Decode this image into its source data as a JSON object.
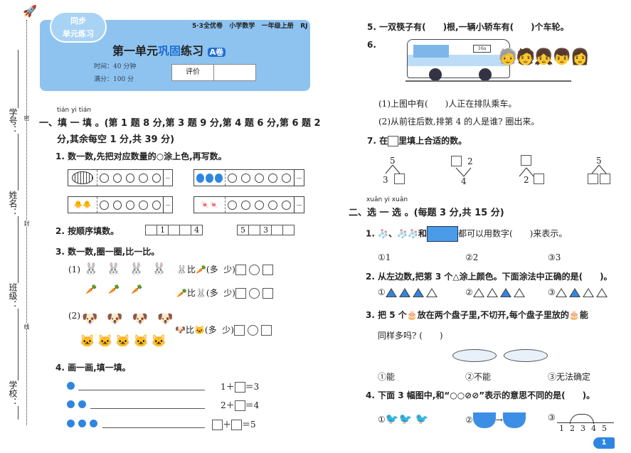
{
  "header": {
    "series": "5·3全优卷",
    "subject": "小学数学",
    "grade": "一年级上册",
    "edition": "RJ",
    "badge_line1": "同步",
    "badge_line2": "单元练习",
    "title_a": "第一单元",
    "title_b": "巩固",
    "title_c": "练习",
    "volume": "A卷",
    "time": "时间：40 分钟",
    "full_score": "满分：100 分",
    "eval_label": "评价"
  },
  "margin": {
    "student_no": "学号：",
    "name": "姓名：",
    "class": "班级：",
    "school": "学校：",
    "seal1": "密",
    "seal2": "封",
    "seal3": "线"
  },
  "s1": {
    "pinyin": "tián yi tián",
    "heading": "一、填 一 填 。",
    "points1": "(第 1 题 8 分,第 3 题 9 分,第 4 题 6 分,第 6 题 2",
    "points2": "分,其余每空 1 分,共 39 分)",
    "q1": "1. 数一数,先把对应数量的○涂上色,再写数。",
    "q2": "2. 按顺序填数。",
    "seq1": [
      "",
      "1",
      "",
      "",
      "4"
    ],
    "seq2": [
      "5",
      "",
      "3",
      "",
      ""
    ],
    "q3": "3. 数一数,圈一圈,比一比。",
    "p1": "(1)",
    "p2": "(2)",
    "bi": "比",
    "duo": "(多",
    "shao": "少)",
    "q4": "4. 画一画,填一填。",
    "eq1a": "1＋",
    "eq1b": "＝3",
    "eq2a": "2＋",
    "eq2b": "＝4",
    "plus": "＋",
    "eq3b": "＝5",
    "q5": "5. 一双筷子有(　　)根,一辆小轿车有(　　)个车轮。",
    "q6": "6.",
    "bus_sign": "16a",
    "q6_1": "(1)上图中有(　　)人正在排队乘车。",
    "q6_2": "(2)从前往后数,排第 4 的人是谁? 圈出来。",
    "q7a": "7. 在",
    "q7b": "里填上合适的数。",
    "trees": [
      {
        "top": "5",
        "left": "3",
        "right": ""
      },
      {
        "top": "",
        "left": "",
        "right": "2",
        "bottom": "4"
      },
      {
        "top": "",
        "left": "2",
        "right": ""
      },
      {
        "top": "5",
        "left": "",
        "right": ""
      }
    ]
  },
  "s2": {
    "pinyin": "xuǎn yi xuǎn",
    "heading": "二、选 一 选 。(每题 3 分,共 15 分)",
    "q1a": "1.",
    "q1b": "、",
    "q1c": "和",
    "q1d": "都可以用数字(　　)来表示。",
    "q1_opts": [
      "①1",
      "②2",
      "③3"
    ],
    "q2": "2. 从左边数,把第 3 个△涂上颜色。下面涂法中正确的是(　　)。",
    "q2_opts": [
      "①",
      "②",
      "③"
    ],
    "q3a": "3. 把 5 个",
    "q3b": "放在两个盘子里,不切开,每个盘子里放的",
    "q3c": "能",
    "q3d": "同样多吗? (　　)",
    "q3_opts": [
      "①能",
      "②不能",
      "③无法确定"
    ],
    "q4": "4. 下面 3 幅图中,和“○○⊘⊘”表示的意思不同的是(　　)。",
    "q4_opts": [
      "①",
      "②",
      "③"
    ],
    "numline": [
      "1",
      "2",
      "3",
      "4",
      "5"
    ]
  },
  "page_number": "1",
  "colors": {
    "accent": "#2f86e0",
    "header_bg": "#8ec3f0"
  }
}
